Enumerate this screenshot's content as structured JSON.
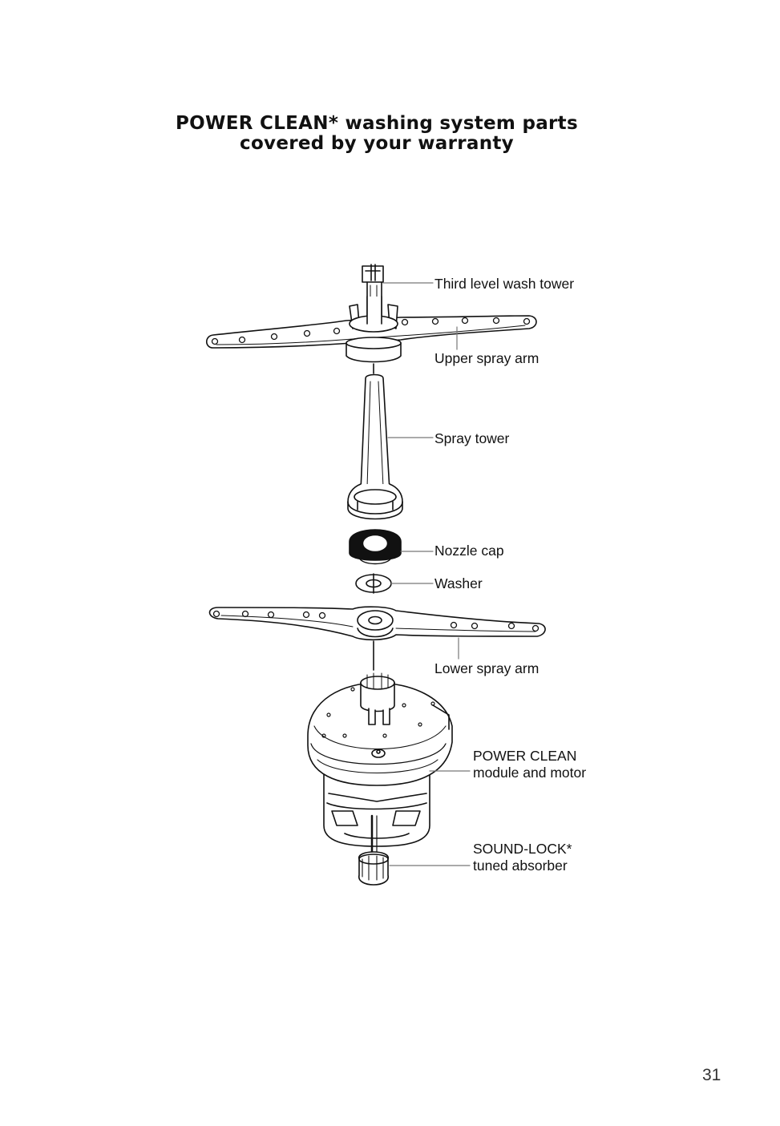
{
  "title": {
    "line1": "POWER CLEAN* washing system parts",
    "line2": "covered by your warranty"
  },
  "labels": {
    "third_level_wash_tower": "Third level wash tower",
    "upper_spray_arm": "Upper spray arm",
    "spray_tower": "Spray tower",
    "nozzle_cap": "Nozzle cap",
    "washer": "Washer",
    "lower_spray_arm": "Lower spray arm",
    "power_clean_line1": "POWER CLEAN",
    "power_clean_line2": "module and motor",
    "sound_lock_line1": "SOUND-LOCK*",
    "sound_lock_line2": "tuned absorber"
  },
  "page_number": "31"
}
